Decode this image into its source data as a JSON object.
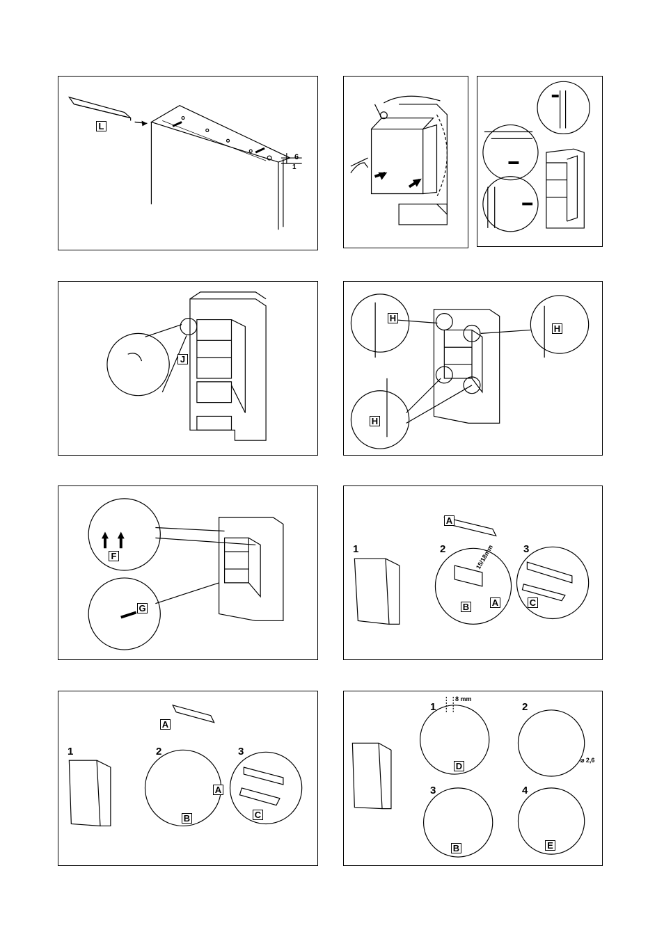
{
  "panels": {
    "p1": {
      "tag_l": "L",
      "dim_6": "6",
      "dim_1": "1"
    },
    "p2a": {},
    "p2b": {},
    "p3": {
      "tag_j": "J"
    },
    "p4": {
      "tag_h1": "H",
      "tag_h2": "H",
      "tag_h3": "H"
    },
    "p5": {
      "tag_f": "F",
      "tag_g": "G"
    },
    "p6": {
      "step1": "1",
      "step2": "2",
      "step3": "3",
      "tag_a_top": "A",
      "tag_a": "A",
      "tag_b": "B",
      "tag_c": "C",
      "dim": "15/18mm"
    },
    "p7": {
      "step1": "1",
      "step2": "2",
      "step3": "3",
      "tag_a_top": "A",
      "tag_a": "A",
      "tag_b": "B",
      "tag_c": "C"
    },
    "p8": {
      "step1": "1",
      "step2": "2",
      "step3": "3",
      "step4": "4",
      "dim_8mm": "8 mm",
      "dia": "⌀ 2,6",
      "tag_d": "D",
      "tag_b": "B",
      "tag_e": "E"
    }
  }
}
